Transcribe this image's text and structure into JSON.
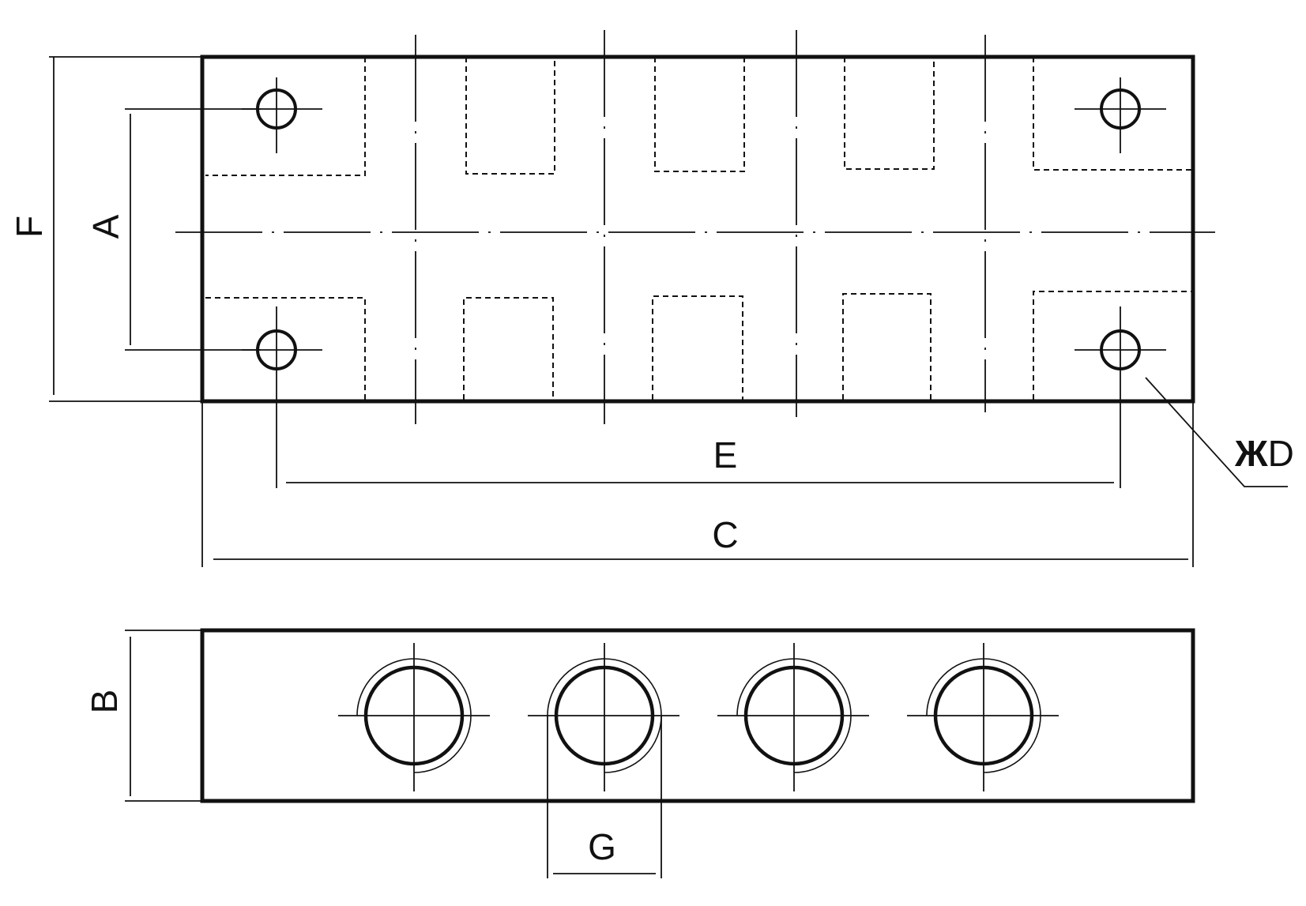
{
  "labels": {
    "F": "F",
    "A": "A",
    "E": "E",
    "C": "C",
    "D_prefix": "Ж",
    "D": "D",
    "B": "B",
    "G": "G"
  },
  "top_view": {
    "mounting_holes": 4,
    "ports_per_side": 4
  },
  "front_view": {
    "ports": 4
  }
}
